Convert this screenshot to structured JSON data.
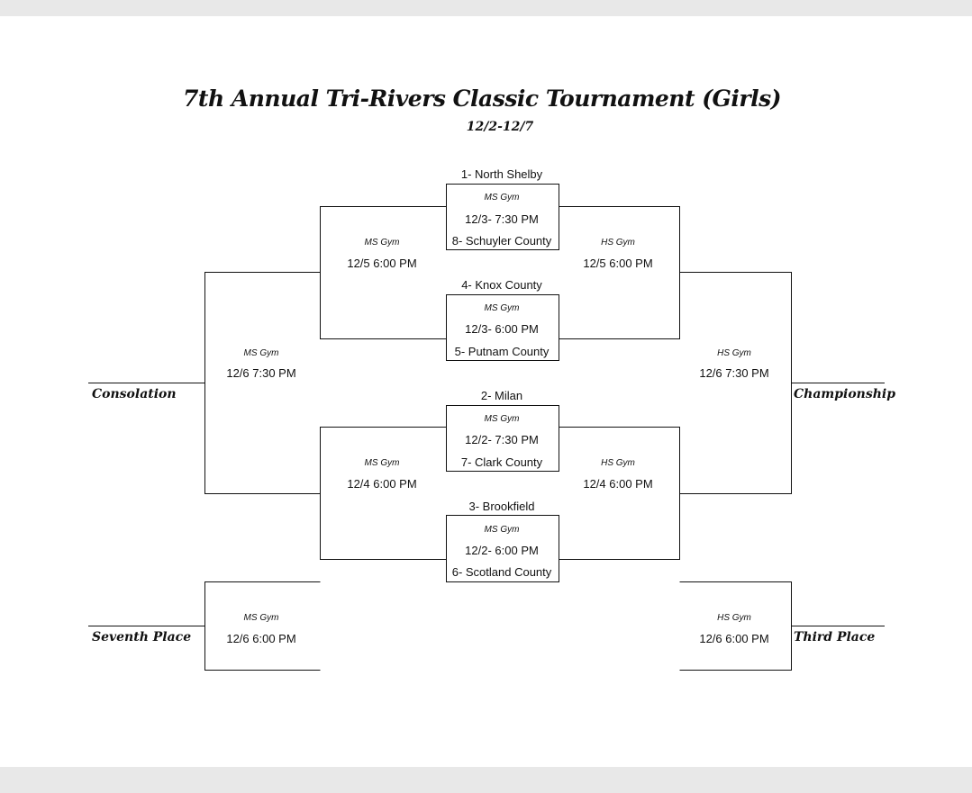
{
  "header": {
    "title": "7th Annual Tri-Rivers Classic Tournament (Girls)",
    "dates": "12/2-12/7"
  },
  "first_round": [
    {
      "top_team": "1- North Shelby",
      "gym": "MS Gym",
      "time": "12/3- 7:30 PM",
      "bottom_team": "8- Schuyler County"
    },
    {
      "top_team": "4- Knox County",
      "gym": "MS Gym",
      "time": "12/3- 6:00 PM",
      "bottom_team": "5- Putnam County"
    },
    {
      "top_team": "2- Milan",
      "gym": "MS Gym",
      "time": "12/2- 7:30 PM",
      "bottom_team": "7- Clark County"
    },
    {
      "top_team": "3- Brookfield",
      "gym": "MS Gym",
      "time": "12/2- 6:00 PM",
      "bottom_team": "6- Scotland County"
    }
  ],
  "second_round": {
    "left_top": {
      "gym": "MS Gym",
      "time": "12/5 6:00 PM"
    },
    "right_top": {
      "gym": "HS Gym",
      "time": "12/5 6:00 PM"
    },
    "left_bottom": {
      "gym": "MS Gym",
      "time": "12/4 6:00 PM"
    },
    "right_bottom": {
      "gym": "HS Gym",
      "time": "12/4 6:00 PM"
    }
  },
  "finals": {
    "consolation": {
      "label": "Consolation",
      "gym": "MS Gym",
      "time": "12/6 7:30 PM"
    },
    "championship": {
      "label": "Championship",
      "gym": "HS Gym",
      "time": "12/6 7:30 PM"
    },
    "seventh_place": {
      "label": "Seventh Place",
      "gym": "MS Gym",
      "time": "12/6 6:00 PM"
    },
    "third_place": {
      "label": "Third Place",
      "gym": "HS Gym",
      "time": "12/6 6:00 PM"
    }
  }
}
